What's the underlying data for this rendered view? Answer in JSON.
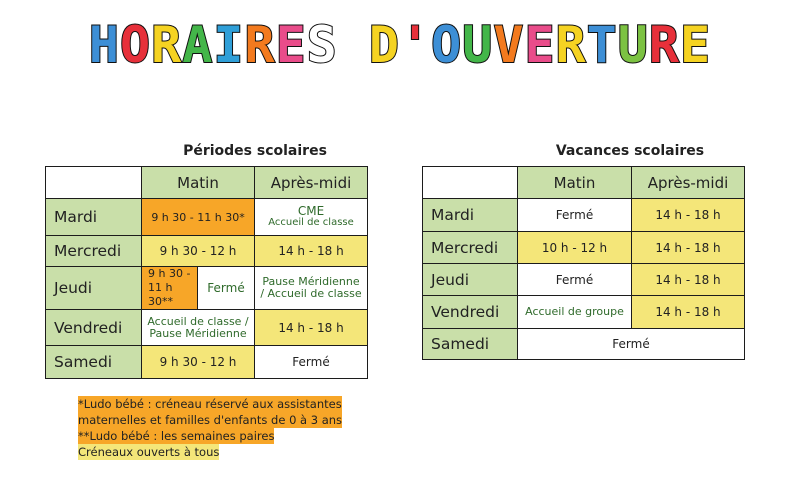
{
  "title": {
    "text": "HORAIRES D'OUVERTURE",
    "letter_colors": [
      "#3d8fd6",
      "#e7303a",
      "#f5d322",
      "#43b649",
      "#2f9fd8",
      "#f37a1e",
      "#e94c8a",
      "#ffffff",
      "#7cc242",
      "#f5d322",
      "#e7303a",
      "#3d8fd6",
      "#43b649",
      "#f37a1e",
      "#e94c8a",
      "#f5d322",
      "#3d8fd6",
      "#7cc242",
      "#e7303a",
      "#f5d322"
    ]
  },
  "colors": {
    "green": "#c9dfa9",
    "yellow": "#f4e679",
    "orange": "#f7a628",
    "note_text_green": "#2f6a2b"
  },
  "school": {
    "heading": "Périodes scolaires",
    "col_matin": "Matin",
    "col_apres": "Après-midi",
    "rows": {
      "mardi": {
        "day": "Mardi",
        "matin": "9 h 30 - 11 h 30*",
        "apres_line1": "CME",
        "apres_line2": "Accueil de classe"
      },
      "mercredi": {
        "day": "Mercredi",
        "matin": "9 h 30 - 12 h",
        "apres": "14 h - 18 h"
      },
      "jeudi": {
        "day": "Jeudi",
        "matin_line1": "9 h 30 -",
        "matin_line2": "11 h 30**",
        "matin_ferme": "Fermé",
        "apres_line1": "Pause Méridienne",
        "apres_line2": "/ Accueil de classe"
      },
      "vendredi": {
        "day": "Vendredi",
        "matin_line1": "Accueil de classe /",
        "matin_line2": "Pause Méridienne",
        "apres": "14 h - 18 h"
      },
      "samedi": {
        "day": "Samedi",
        "matin": "9 h 30 - 12 h",
        "apres": "Fermé"
      }
    }
  },
  "holidays": {
    "heading": "Vacances scolaires",
    "col_matin": "Matin",
    "col_apres": "Après-midi",
    "rows": {
      "mardi": {
        "day": "Mardi",
        "matin": "Fermé",
        "apres": "14 h - 18 h"
      },
      "mercredi": {
        "day": "Mercredi",
        "matin": "10 h - 12 h",
        "apres": "14 h - 18 h"
      },
      "jeudi": {
        "day": "Jeudi",
        "matin": "Fermé",
        "apres": "14 h - 18 h"
      },
      "vendredi": {
        "day": "Vendredi",
        "matin": "Accueil de groupe",
        "apres": "14 h - 18 h"
      },
      "samedi": {
        "day": "Samedi",
        "all": "Fermé"
      }
    }
  },
  "notes": {
    "line1": "*Ludo bébé : créneau réservé aux assistantes",
    "line2": "maternelles et familles d'enfants de 0 à 3 ans",
    "line3": "**Ludo bébé : les semaines paires",
    "line4": "Créneaux ouverts à tous"
  }
}
